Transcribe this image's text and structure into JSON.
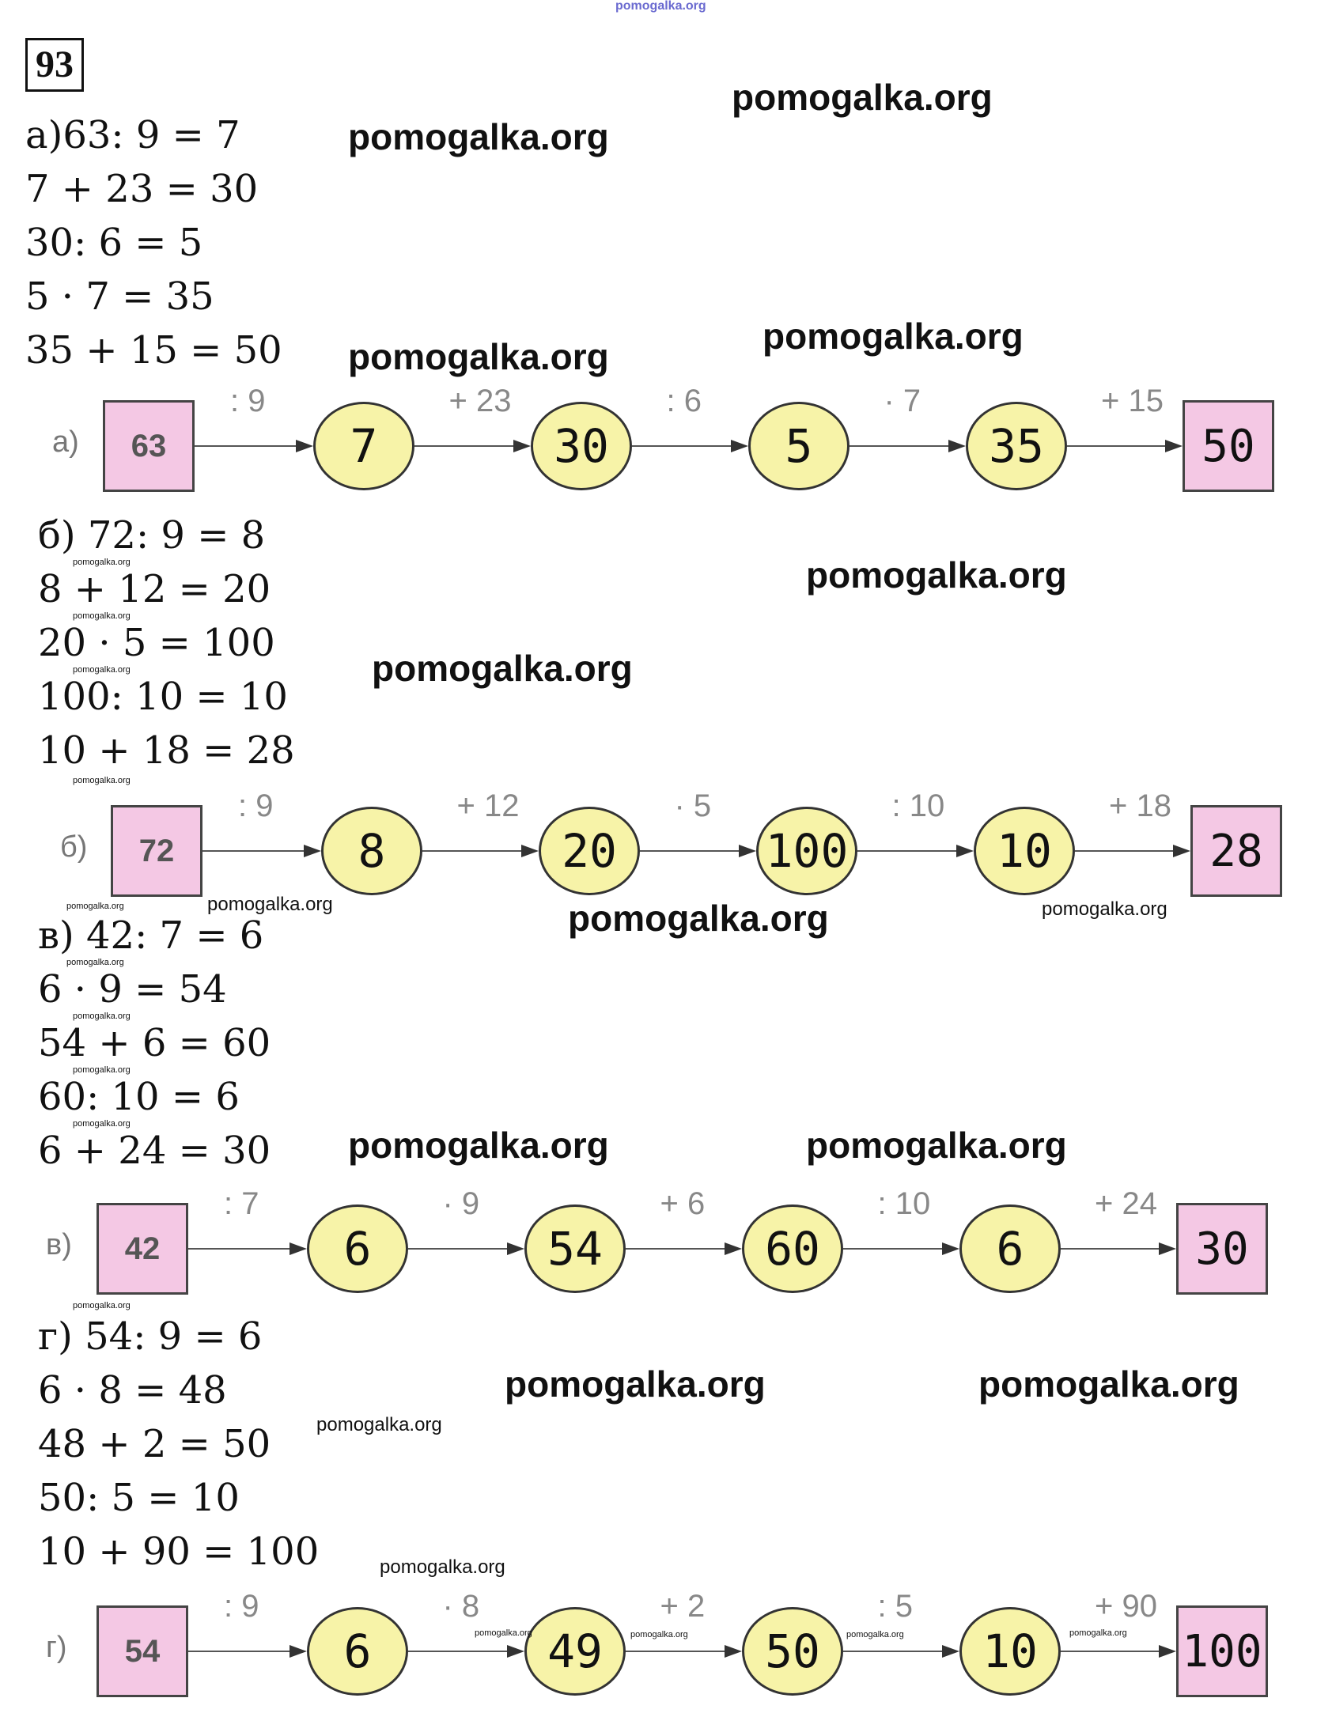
{
  "watermark": "pomogalka.org",
  "exercise_number": "93",
  "sections": [
    {
      "label": "а)",
      "equations": [
        "а)63: 9  = 7",
        "7 + 23 = 30",
        "30: 6 = 5",
        "5 · 7 = 35",
        "35 + 15 = 50"
      ],
      "chain": {
        "start": "63",
        "ops": [
          ": 9",
          "+ 23",
          ": 6",
          "· 7",
          "+ 15"
        ],
        "values": [
          "7",
          "30",
          "5",
          "35"
        ],
        "end": "50"
      }
    },
    {
      "label": "б)",
      "equations": [
        "б) 72: 9 = 8",
        "8 + 12 = 20",
        "20 · 5 = 100",
        "100: 10 = 10",
        "10 + 18 = 28"
      ],
      "chain": {
        "start": "72",
        "ops": [
          ": 9",
          "+ 12",
          "· 5",
          ": 10",
          "+ 18"
        ],
        "values": [
          "8",
          "20",
          "100",
          "10"
        ],
        "end": "28"
      }
    },
    {
      "label": "в)",
      "equations": [
        "в) 42: 7 = 6",
        "6 · 9 = 54",
        "54 + 6 = 60",
        "60: 10 = 6",
        "6 + 24 = 30"
      ],
      "chain": {
        "start": "42",
        "ops": [
          ": 7",
          "· 9",
          "+ 6",
          ": 10",
          "+ 24"
        ],
        "values": [
          "6",
          "54",
          "60",
          "6"
        ],
        "end": "30"
      }
    },
    {
      "label": "г)",
      "equations": [
        "г) 54: 9 = 6",
        "6 · 8 = 48",
        "48 + 2 = 50",
        "50: 5 = 10",
        "10 + 90 = 100"
      ],
      "chain": {
        "start": "54",
        "ops": [
          ": 9",
          "· 8",
          "+ 2",
          ": 5",
          "+ 90"
        ],
        "values": [
          "6",
          "49",
          "50",
          "10"
        ],
        "end": "100"
      }
    }
  ]
}
